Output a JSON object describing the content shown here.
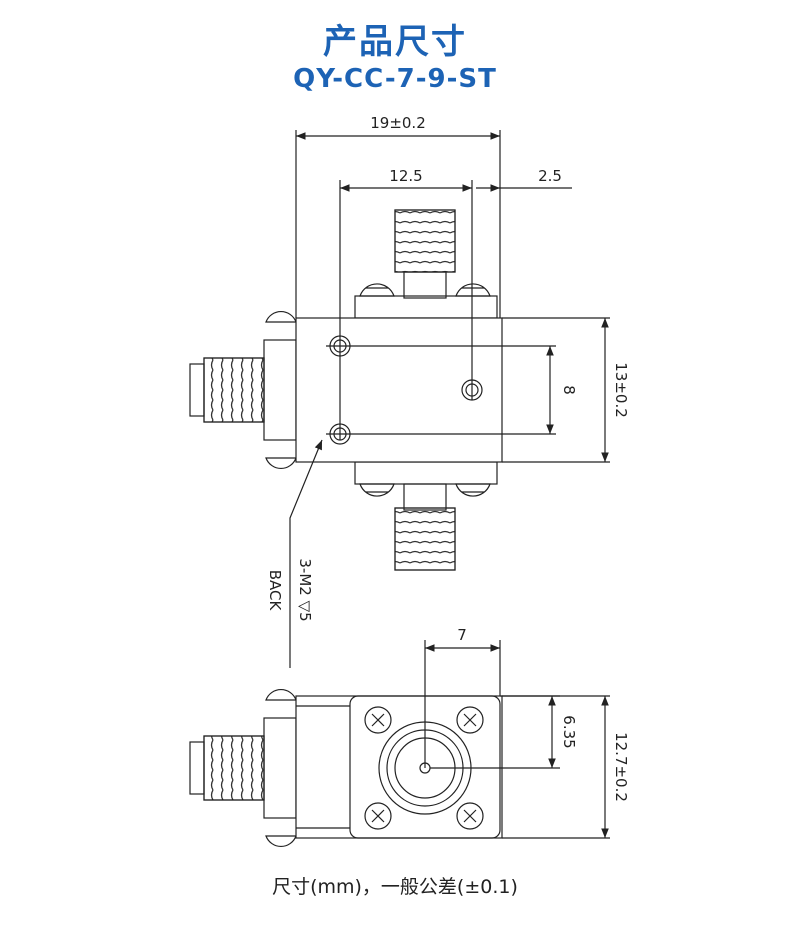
{
  "header": {
    "title": "产品尺寸",
    "model": "QY-CC-7-9-ST"
  },
  "drawing": {
    "dim_width": "19±0.2",
    "dim_port_offset": "12.5",
    "dim_edge_offset": "2.5",
    "dim_height": "13±0.2",
    "dim_hole_spacing": "8",
    "hole_note": "3-M2 ▽5",
    "hole_note_sub": "BACK",
    "dim_center": "7",
    "dim_half_height": "6.35",
    "dim_side_height": "12.7±0.2"
  },
  "footer": {
    "note": "尺寸(mm)，一般公差(±0.1)"
  },
  "colors": {
    "title": "#1d63b5",
    "line": "#222222"
  }
}
